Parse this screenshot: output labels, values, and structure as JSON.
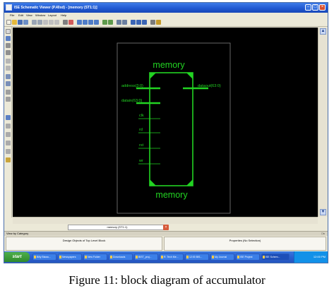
{
  "window": {
    "title": "ISE Schematic Viewer (P.40xd) - [memory (ST1:1)]"
  },
  "menu": [
    "File",
    "Edit",
    "View",
    "Window",
    "Layout",
    "Help"
  ],
  "schematic": {
    "top_label": "memory",
    "bottom_label": "memory",
    "inputs": [
      "address(3:0)",
      "datain(63:0)",
      "clk",
      "rd",
      "rst",
      "wr"
    ],
    "output": "dataout(63:0)"
  },
  "document_tab": "memory (ST1:1)",
  "status": {
    "view_label": "View by Category",
    "left_panel_title": "Design Objects of Top Level Block",
    "right_panel_title": "Properties (No Selection)"
  },
  "taskbar": {
    "start_label": "start",
    "tasks": [
      "Billy Biswa...",
      "Newspapers",
      "New Folder",
      "Downloads",
      "BIST_proj...",
      "R. Tech Me...",
      "12:00 BIS...",
      "My Journal",
      "ISE Project",
      "ISE Schem..."
    ],
    "clock": "12:00 PM"
  },
  "caption": "Figure 11: block diagram of accumulator",
  "colors": {
    "schematic": "#22d322",
    "canvas": "#000000",
    "titlebar": "#1f56cf"
  }
}
